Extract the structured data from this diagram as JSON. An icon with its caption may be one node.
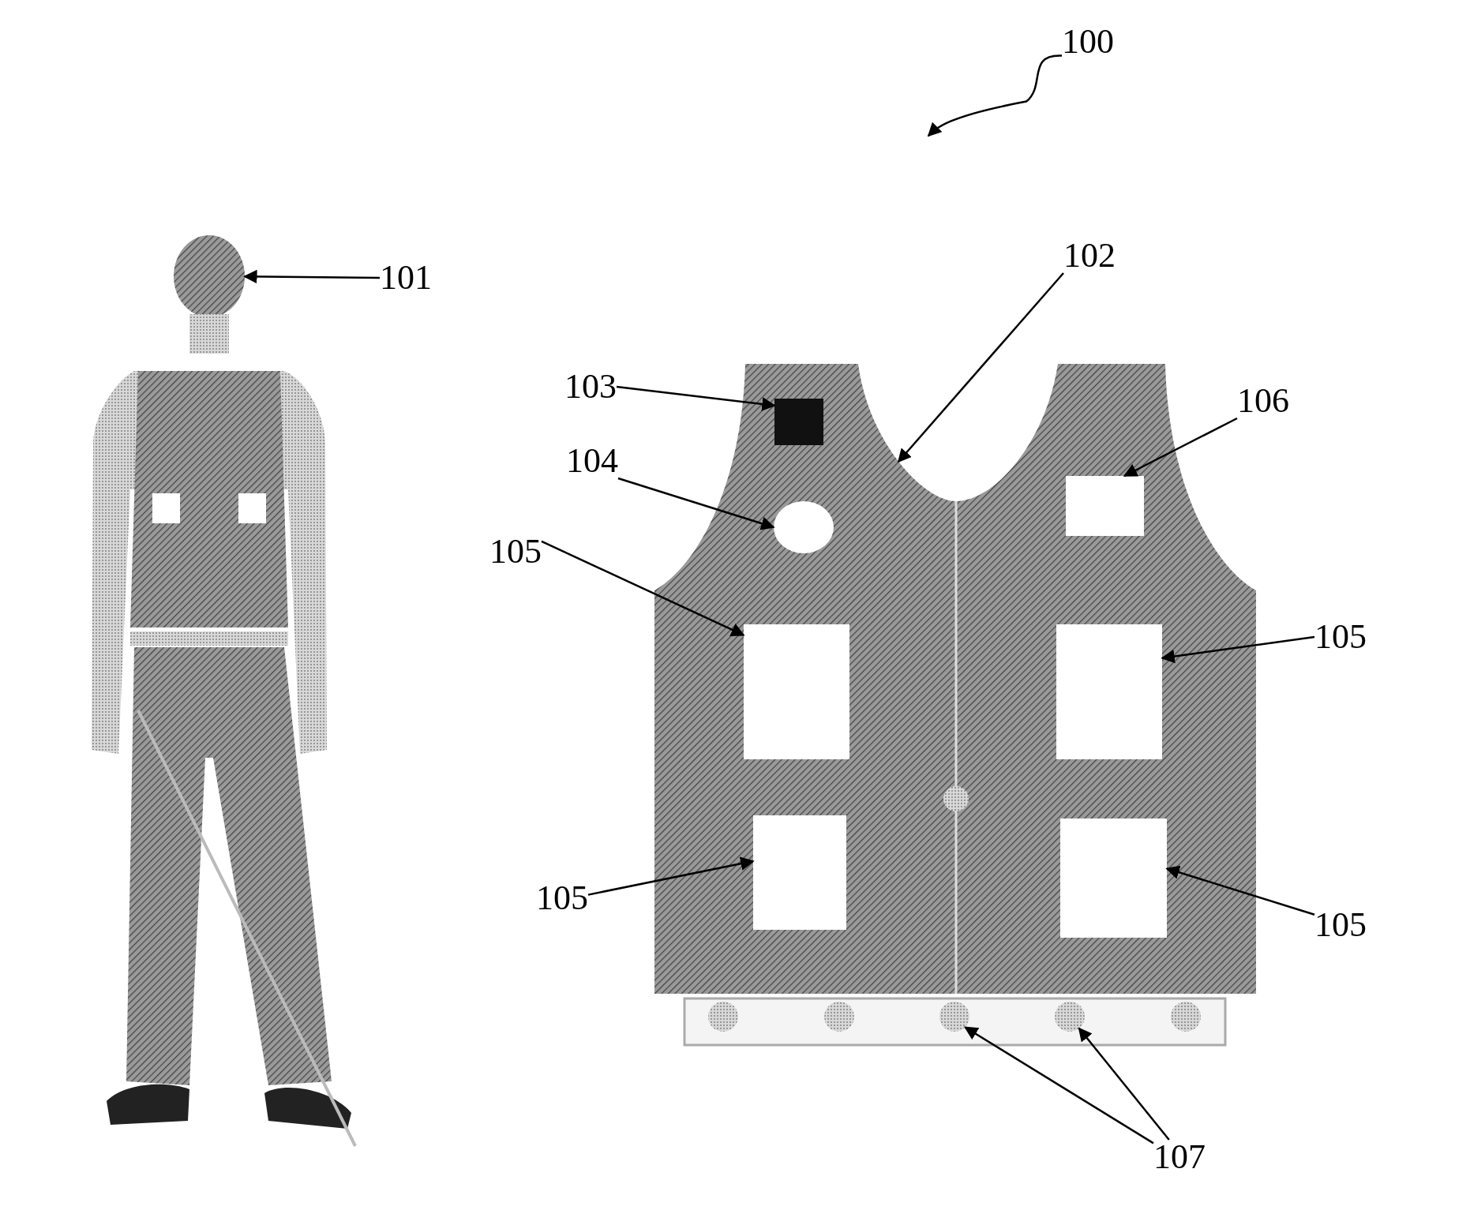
{
  "diagram": {
    "nodes": [
      {
        "text": [
          "100"
        ]
      },
      {
        "text": [],
        "shape": "person"
      },
      {
        "text": [
          "101"
        ]
      },
      {
        "text": [],
        "shape": "picture"
      },
      {
        "text": [
          "102"
        ]
      },
      {
        "text": [
          "103"
        ]
      },
      {
        "text": [],
        "shape": "box",
        "in": 3
      },
      {
        "text": [
          "104"
        ]
      },
      {
        "text": [],
        "shape": "circle",
        "in": 3
      },
      {
        "text": [
          "105"
        ]
      },
      {
        "text": [],
        "shape": "box",
        "in": 3
      },
      {
        "text": [
          "106"
        ]
      },
      {
        "text": [],
        "shape": "box",
        "in": 3
      },
      {
        "text": [
          "105"
        ]
      },
      {
        "text": [],
        "shape": "box",
        "in": 3
      },
      {
        "text": [
          "105"
        ]
      },
      {
        "text": [],
        "shape": "box",
        "in": 3
      },
      {
        "text": [
          "105"
        ]
      },
      {
        "text": [],
        "shape": "box",
        "in": 3
      },
      {
        "text": [],
        "shape": "bar"
      },
      {
        "text": [],
        "shape": "circle",
        "in": 19
      },
      {
        "text": [],
        "shape": "circle",
        "in": 19
      },
      {
        "text": [],
        "shape": "circle",
        "in": 19
      },
      {
        "text": [],
        "shape": "circle",
        "in": 19
      },
      {
        "text": [],
        "shape": "circle",
        "in": 19
      },
      {
        "text": [
          "107"
        ]
      }
    ],
    "edges": [
      {
        "from": 0,
        "to": null,
        "arrow": "to"
      },
      {
        "from": 2,
        "to": 1,
        "arrow": "to"
      },
      {
        "from": 4,
        "to": 3,
        "arrow": "to"
      },
      {
        "from": 5,
        "to": 6,
        "arrow": "to"
      },
      {
        "from": 7,
        "to": 8,
        "arrow": "to"
      },
      {
        "from": 9,
        "to": 10,
        "arrow": "to"
      },
      {
        "from": 11,
        "to": 12,
        "arrow": "to"
      },
      {
        "from": 13,
        "to": 14,
        "arrow": "to"
      },
      {
        "from": 15,
        "to": 16,
        "arrow": "to"
      },
      {
        "from": 17,
        "to": 18,
        "arrow": "to"
      },
      {
        "from": 25,
        "to": 22,
        "arrow": "to"
      },
      {
        "from": 25,
        "to": 23,
        "arrow": "to"
      }
    ]
  }
}
